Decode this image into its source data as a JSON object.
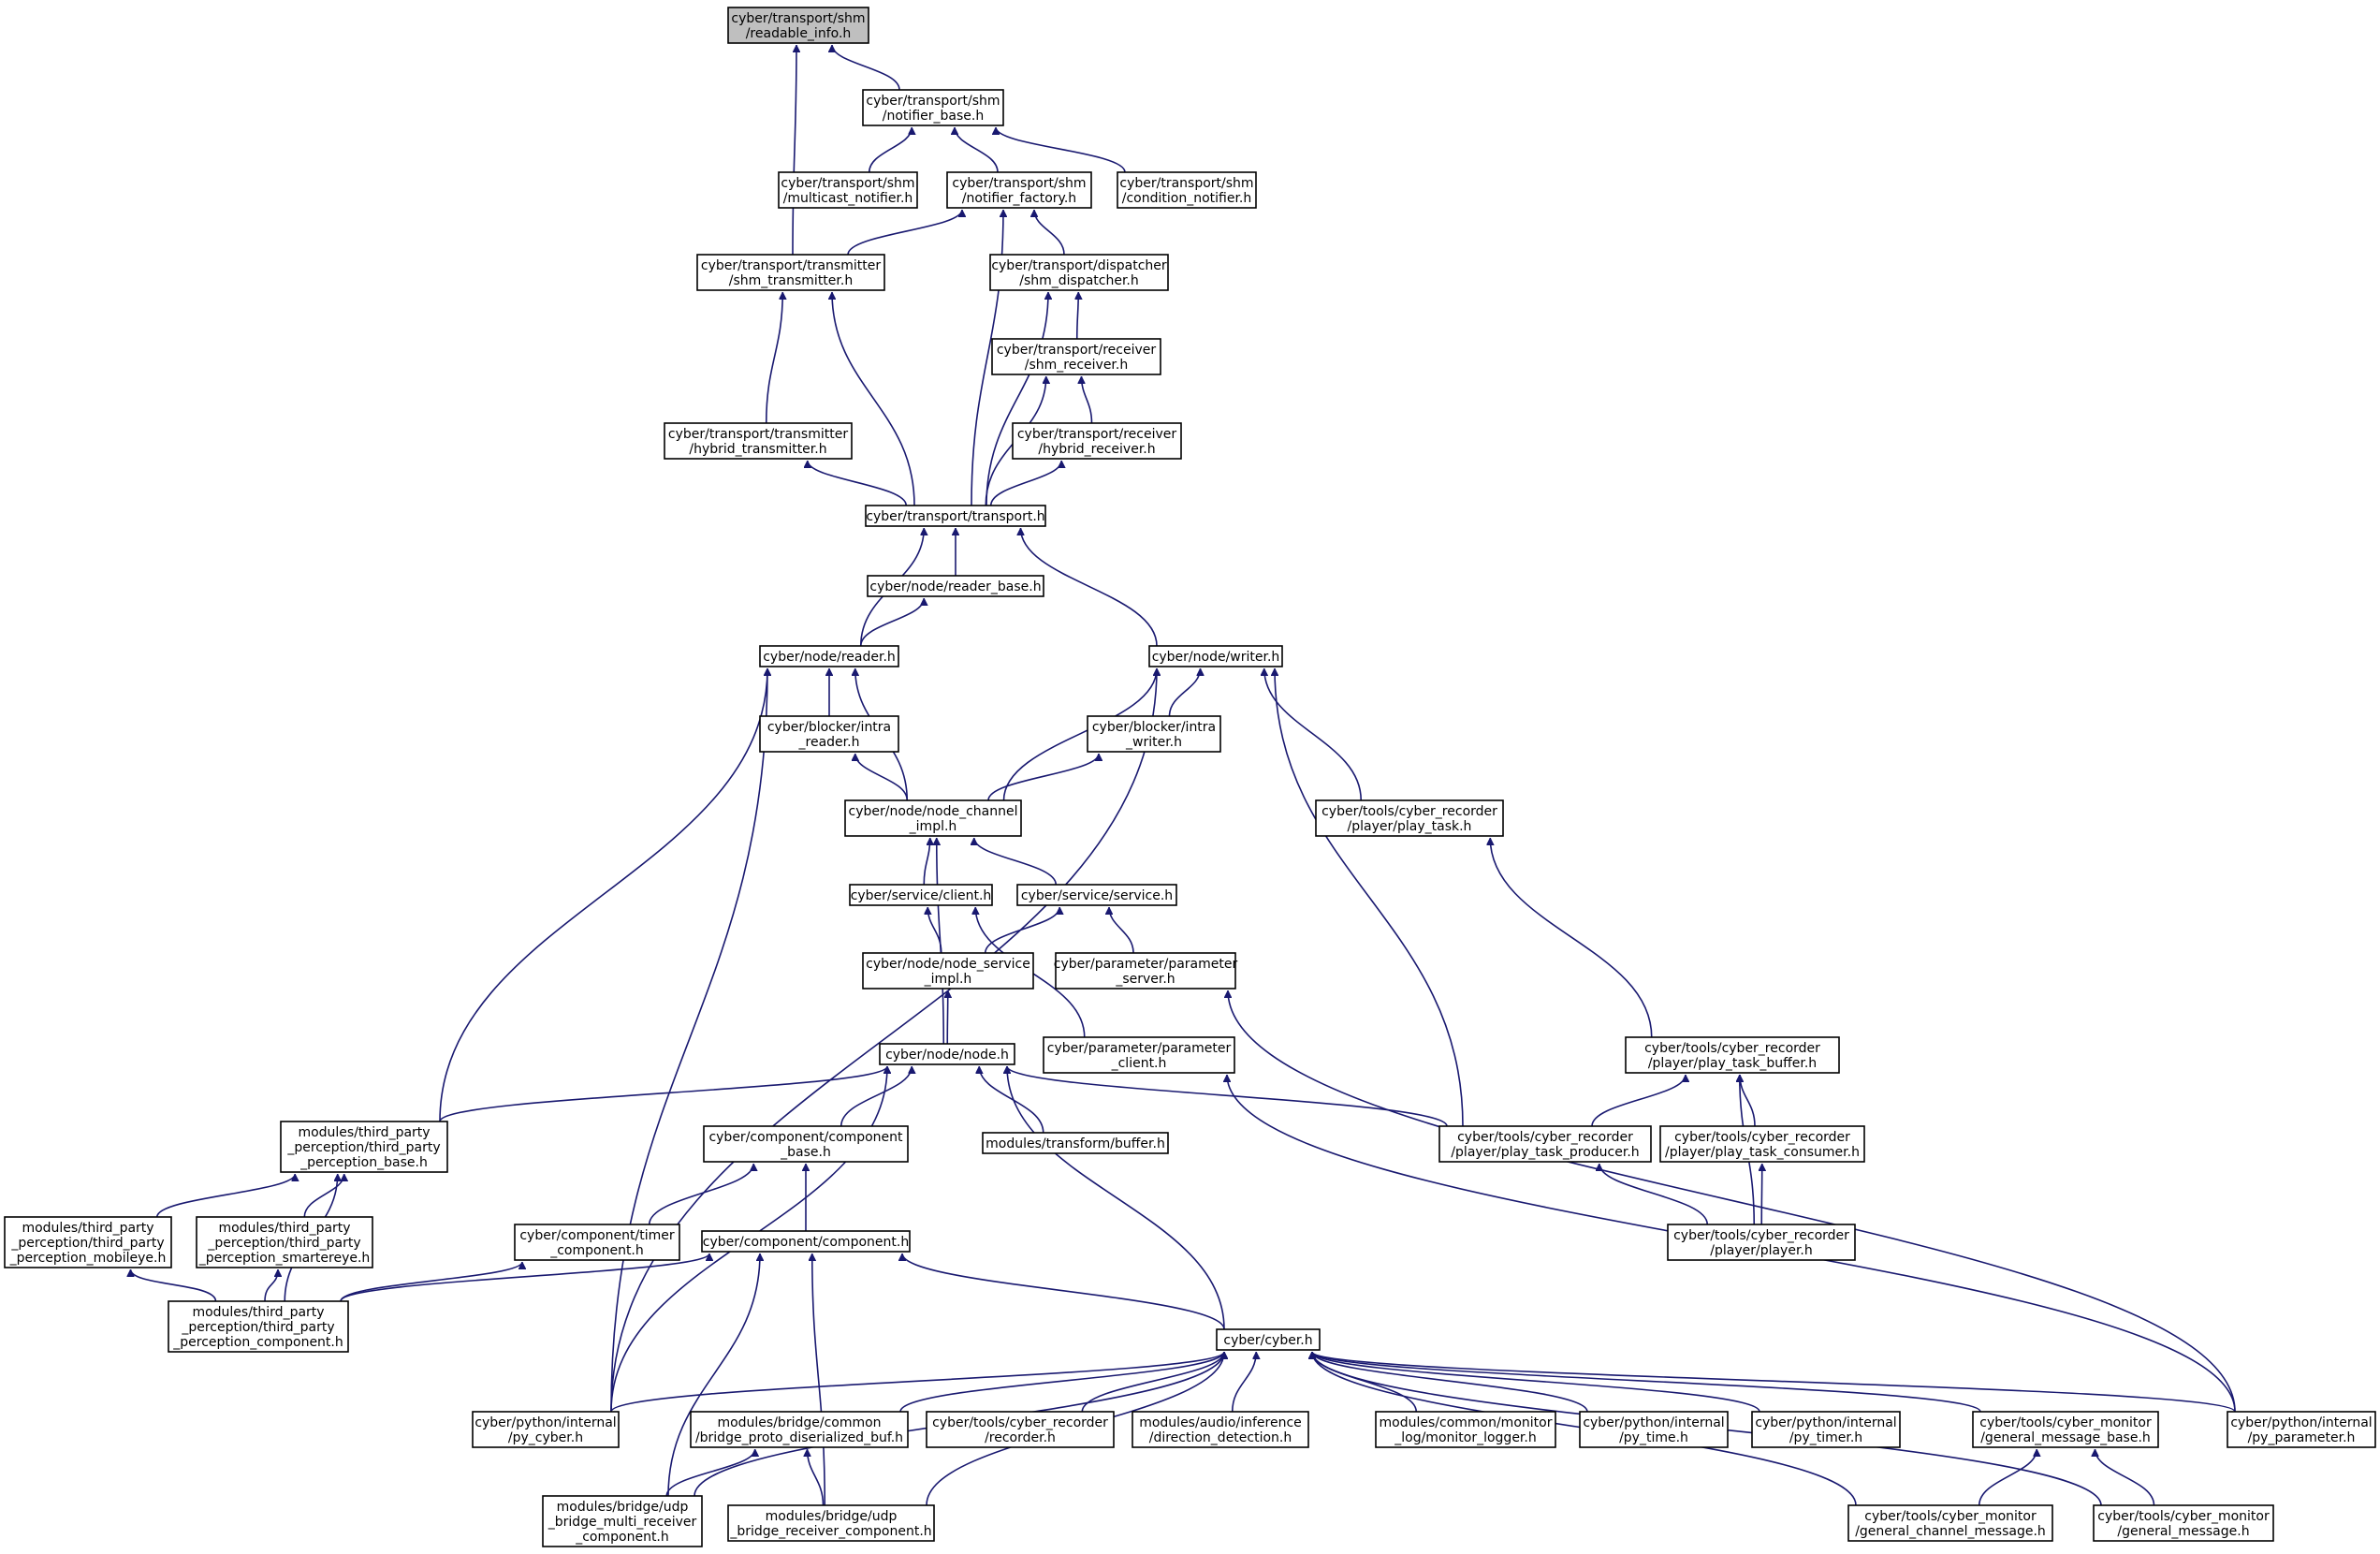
{
  "title": "",
  "colors": {
    "edge": "#191970",
    "border_default": "#000000",
    "border_truncated": "#ff0000",
    "focus_fill": "#bfbfbf",
    "node_fill": "#ffffff",
    "text": "#000000"
  },
  "nodes": [
    {
      "id": "readable_info",
      "lines": [
        "cyber/transport/shm",
        "/readable_info.h"
      ],
      "style": "focus"
    },
    {
      "id": "notifier_base",
      "lines": [
        "cyber/transport/shm",
        "/notifier_base.h"
      ],
      "style": "normal"
    },
    {
      "id": "multicast_notifier",
      "lines": [
        "cyber/transport/shm",
        "/multicast_notifier.h"
      ],
      "style": "normal"
    },
    {
      "id": "notifier_factory",
      "lines": [
        "cyber/transport/shm",
        "/notifier_factory.h"
      ],
      "style": "normal"
    },
    {
      "id": "condition_notifier",
      "lines": [
        "cyber/transport/shm",
        "/condition_notifier.h"
      ],
      "style": "normal"
    },
    {
      "id": "shm_transmitter",
      "lines": [
        "cyber/transport/transmitter",
        "/shm_transmitter.h"
      ],
      "style": "normal"
    },
    {
      "id": "shm_dispatcher",
      "lines": [
        "cyber/transport/dispatcher",
        "/shm_dispatcher.h"
      ],
      "style": "normal"
    },
    {
      "id": "shm_receiver",
      "lines": [
        "cyber/transport/receiver",
        "/shm_receiver.h"
      ],
      "style": "normal"
    },
    {
      "id": "hybrid_transmitter",
      "lines": [
        "cyber/transport/transmitter",
        "/hybrid_transmitter.h"
      ],
      "style": "normal"
    },
    {
      "id": "hybrid_receiver",
      "lines": [
        "cyber/transport/receiver",
        "/hybrid_receiver.h"
      ],
      "style": "normal"
    },
    {
      "id": "transport",
      "lines": [
        "cyber/transport/transport.h"
      ],
      "style": "normal"
    },
    {
      "id": "reader_base",
      "lines": [
        "cyber/node/reader_base.h"
      ],
      "style": "normal"
    },
    {
      "id": "reader",
      "lines": [
        "cyber/node/reader.h"
      ],
      "style": "normal"
    },
    {
      "id": "writer",
      "lines": [
        "cyber/node/writer.h"
      ],
      "style": "normal"
    },
    {
      "id": "intra_reader",
      "lines": [
        "cyber/blocker/intra",
        "_reader.h"
      ],
      "style": "normal"
    },
    {
      "id": "intra_writer",
      "lines": [
        "cyber/blocker/intra",
        "_writer.h"
      ],
      "style": "normal"
    },
    {
      "id": "node_channel_impl",
      "lines": [
        "cyber/node/node_channel",
        "_impl.h"
      ],
      "style": "normal"
    },
    {
      "id": "play_task",
      "lines": [
        "cyber/tools/cyber_recorder",
        "/player/play_task.h"
      ],
      "style": "normal"
    },
    {
      "id": "client",
      "lines": [
        "cyber/service/client.h"
      ],
      "style": "normal"
    },
    {
      "id": "service",
      "lines": [
        "cyber/service/service.h"
      ],
      "style": "normal"
    },
    {
      "id": "node_service_impl",
      "lines": [
        "cyber/node/node_service",
        "_impl.h"
      ],
      "style": "normal"
    },
    {
      "id": "parameter_server",
      "lines": [
        "cyber/parameter/parameter",
        "_server.h"
      ],
      "style": "normal"
    },
    {
      "id": "node",
      "lines": [
        "cyber/node/node.h"
      ],
      "style": "normal"
    },
    {
      "id": "parameter_client",
      "lines": [
        "cyber/parameter/parameter",
        "_client.h"
      ],
      "style": "normal"
    },
    {
      "id": "play_task_buffer",
      "lines": [
        "cyber/tools/cyber_recorder",
        "/player/play_task_buffer.h"
      ],
      "style": "normal"
    },
    {
      "id": "tp_perception_base",
      "lines": [
        "modules/third_party",
        "_perception/third_party",
        "_perception_base.h"
      ],
      "style": "normal"
    },
    {
      "id": "component_base",
      "lines": [
        "cyber/component/component",
        "_base.h"
      ],
      "style": "normal"
    },
    {
      "id": "transform_buffer",
      "lines": [
        "modules/transform/buffer.h"
      ],
      "style": "truncated"
    },
    {
      "id": "play_task_producer",
      "lines": [
        "cyber/tools/cyber_recorder",
        "/player/play_task_producer.h"
      ],
      "style": "normal"
    },
    {
      "id": "play_task_consumer",
      "lines": [
        "cyber/tools/cyber_recorder",
        "/player/play_task_consumer.h"
      ],
      "style": "normal"
    },
    {
      "id": "tp_mobileye",
      "lines": [
        "modules/third_party",
        "_perception/third_party",
        "_perception_mobileye.h"
      ],
      "style": "normal"
    },
    {
      "id": "tp_smartereye",
      "lines": [
        "modules/third_party",
        "_perception/third_party",
        "_perception_smartereye.h"
      ],
      "style": "normal"
    },
    {
      "id": "timer_component",
      "lines": [
        "cyber/component/timer",
        "_component.h"
      ],
      "style": "truncated"
    },
    {
      "id": "component",
      "lines": [
        "cyber/component/component.h"
      ],
      "style": "truncated"
    },
    {
      "id": "player",
      "lines": [
        "cyber/tools/cyber_recorder",
        "/player/player.h"
      ],
      "style": "normal"
    },
    {
      "id": "tp_component",
      "lines": [
        "modules/third_party",
        "_perception/third_party",
        "_perception_component.h"
      ],
      "style": "normal"
    },
    {
      "id": "cyber",
      "lines": [
        "cyber/cyber.h"
      ],
      "style": "truncated"
    },
    {
      "id": "py_cyber",
      "lines": [
        "cyber/python/internal",
        "/py_cyber.h"
      ],
      "style": "normal"
    },
    {
      "id": "bridge_buf",
      "lines": [
        "modules/bridge/common",
        "/bridge_proto_diserialized_buf.h"
      ],
      "style": "truncated"
    },
    {
      "id": "recorder",
      "lines": [
        "cyber/tools/cyber_recorder",
        "/recorder.h"
      ],
      "style": "truncated"
    },
    {
      "id": "direction_detection",
      "lines": [
        "modules/audio/inference",
        "/direction_detection.h"
      ],
      "style": "truncated"
    },
    {
      "id": "monitor_logger",
      "lines": [
        "modules/common/monitor",
        "_log/monitor_logger.h"
      ],
      "style": "truncated"
    },
    {
      "id": "py_time",
      "lines": [
        "cyber/python/internal",
        "/py_time.h"
      ],
      "style": "normal"
    },
    {
      "id": "py_timer",
      "lines": [
        "cyber/python/internal",
        "/py_timer.h"
      ],
      "style": "normal"
    },
    {
      "id": "general_message_base",
      "lines": [
        "cyber/tools/cyber_monitor",
        "/general_message_base.h"
      ],
      "style": "normal"
    },
    {
      "id": "py_parameter",
      "lines": [
        "cyber/python/internal",
        "/py_parameter.h"
      ],
      "style": "normal"
    },
    {
      "id": "udp_multi",
      "lines": [
        "modules/bridge/udp",
        "_bridge_multi_receiver",
        "_component.h"
      ],
      "style": "normal"
    },
    {
      "id": "udp_receiver",
      "lines": [
        "modules/bridge/udp",
        "_bridge_receiver_component.h"
      ],
      "style": "normal"
    },
    {
      "id": "general_channel_message",
      "lines": [
        "cyber/tools/cyber_monitor",
        "/general_channel_message.h"
      ],
      "style": "normal"
    },
    {
      "id": "general_message",
      "lines": [
        "cyber/tools/cyber_monitor",
        "/general_message.h"
      ],
      "style": "normal"
    }
  ],
  "edges": [
    [
      "notifier_base",
      "readable_info"
    ],
    [
      "shm_transmitter",
      "readable_info"
    ],
    [
      "multicast_notifier",
      "notifier_base"
    ],
    [
      "notifier_factory",
      "notifier_base"
    ],
    [
      "condition_notifier",
      "notifier_base"
    ],
    [
      "shm_transmitter",
      "notifier_factory"
    ],
    [
      "shm_dispatcher",
      "notifier_factory"
    ],
    [
      "transport",
      "notifier_factory"
    ],
    [
      "hybrid_transmitter",
      "shm_transmitter"
    ],
    [
      "transport",
      "shm_transmitter"
    ],
    [
      "shm_receiver",
      "shm_dispatcher"
    ],
    [
      "transport",
      "shm_dispatcher"
    ],
    [
      "hybrid_receiver",
      "shm_receiver"
    ],
    [
      "transport",
      "shm_receiver"
    ],
    [
      "transport",
      "hybrid_transmitter"
    ],
    [
      "transport",
      "hybrid_receiver"
    ],
    [
      "reader_base",
      "transport"
    ],
    [
      "reader",
      "transport"
    ],
    [
      "writer",
      "transport"
    ],
    [
      "reader",
      "reader_base"
    ],
    [
      "intra_reader",
      "reader"
    ],
    [
      "node_channel_impl",
      "reader"
    ],
    [
      "tp_perception_base",
      "reader"
    ],
    [
      "py_cyber",
      "reader"
    ],
    [
      "intra_writer",
      "writer"
    ],
    [
      "node_channel_impl",
      "writer"
    ],
    [
      "play_task",
      "writer"
    ],
    [
      "play_task_producer",
      "writer"
    ],
    [
      "py_cyber",
      "writer"
    ],
    [
      "node_channel_impl",
      "intra_reader"
    ],
    [
      "node_channel_impl",
      "intra_writer"
    ],
    [
      "client",
      "node_channel_impl"
    ],
    [
      "service",
      "node_channel_impl"
    ],
    [
      "node",
      "node_channel_impl"
    ],
    [
      "play_task_buffer",
      "play_task"
    ],
    [
      "node_service_impl",
      "client"
    ],
    [
      "parameter_client",
      "client"
    ],
    [
      "node_service_impl",
      "service"
    ],
    [
      "parameter_server",
      "service"
    ],
    [
      "node",
      "node_service_impl"
    ],
    [
      "py_parameter",
      "parameter_server"
    ],
    [
      "tp_perception_base",
      "node"
    ],
    [
      "component_base",
      "node"
    ],
    [
      "transform_buffer",
      "node"
    ],
    [
      "play_task_producer",
      "node"
    ],
    [
      "cyber",
      "node"
    ],
    [
      "py_cyber",
      "node"
    ],
    [
      "py_parameter",
      "parameter_client"
    ],
    [
      "play_task_producer",
      "play_task_buffer"
    ],
    [
      "play_task_consumer",
      "play_task_buffer"
    ],
    [
      "player",
      "play_task_buffer"
    ],
    [
      "tp_mobileye",
      "tp_perception_base"
    ],
    [
      "tp_smartereye",
      "tp_perception_base"
    ],
    [
      "tp_component",
      "tp_perception_base"
    ],
    [
      "timer_component",
      "component_base"
    ],
    [
      "component",
      "component_base"
    ],
    [
      "player",
      "play_task_producer"
    ],
    [
      "player",
      "play_task_consumer"
    ],
    [
      "tp_component",
      "tp_mobileye"
    ],
    [
      "tp_component",
      "tp_smartereye"
    ],
    [
      "tp_component",
      "timer_component"
    ],
    [
      "tp_component",
      "component"
    ],
    [
      "cyber",
      "component"
    ],
    [
      "udp_multi",
      "component"
    ],
    [
      "udp_receiver",
      "component"
    ],
    [
      "py_cyber",
      "cyber"
    ],
    [
      "bridge_buf",
      "cyber"
    ],
    [
      "recorder",
      "cyber"
    ],
    [
      "direction_detection",
      "cyber"
    ],
    [
      "monitor_logger",
      "cyber"
    ],
    [
      "py_time",
      "cyber"
    ],
    [
      "py_timer",
      "cyber"
    ],
    [
      "general_message_base",
      "cyber"
    ],
    [
      "py_parameter",
      "cyber"
    ],
    [
      "udp_multi",
      "cyber"
    ],
    [
      "udp_receiver",
      "cyber"
    ],
    [
      "general_channel_message",
      "cyber"
    ],
    [
      "general_message",
      "cyber"
    ],
    [
      "udp_multi",
      "bridge_buf"
    ],
    [
      "udp_receiver",
      "bridge_buf"
    ],
    [
      "general_channel_message",
      "general_message_base"
    ],
    [
      "general_message",
      "general_message_base"
    ]
  ]
}
